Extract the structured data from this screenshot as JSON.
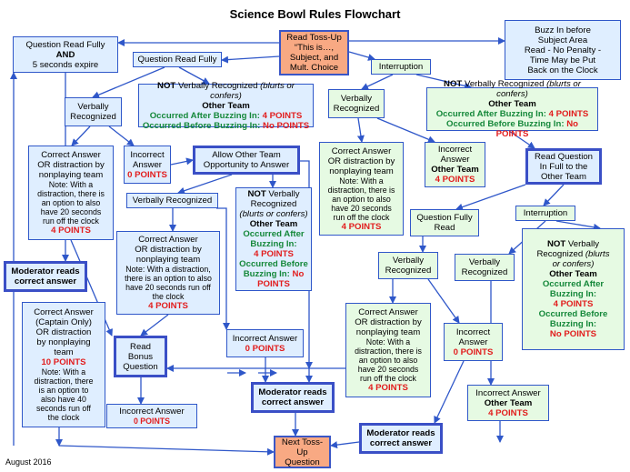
{
  "title": "Science Bowl Rules Flowchart",
  "footer": "August 2016",
  "nodes": {
    "read_tossup": [
      "Read Toss-Up",
      "“This is…,",
      "Subject, and",
      "Mult. Choice"
    ],
    "buzz_in": [
      "Buzz In before",
      "Subject Area",
      "Read - No Penalty -",
      "Time May be Put",
      "Back on the Clock"
    ],
    "qrf_and_5s": [
      "Question Read Fully",
      "AND",
      "5 seconds expire"
    ],
    "question_read_fully": "Question Read Fully",
    "interruption": "Interruption",
    "verbally_recognized_left": [
      "Verbally",
      "Recognized"
    ],
    "not_verbally_top_left": {
      "not": "NOT",
      "line1": " Verbally Recognized ",
      "line1_i": "(blurts or confers)",
      "line2": "Other Team",
      "line3": "Occurred After Buzzing In: ",
      "pts3": "4 POINTS",
      "line4": "Occurred Before Buzzing In: ",
      "pts4": "No POINTS"
    },
    "verbally_recognized_mid": [
      "Verbally",
      "Recognized"
    ],
    "not_verbally_top_right": {
      "not": "NOT",
      "line1": " Verbally Recognized ",
      "line1_i": "(blurts or confers)",
      "line2": "Other Team",
      "line3": "Occurred After Buzzing In: ",
      "pts3": "4 POINTS",
      "line4": "Occurred Before Buzzing In: ",
      "pts4": "No POINTS"
    },
    "correct_left": {
      "lines": [
        "Correct Answer",
        "OR distraction by",
        "nonplaying team"
      ],
      "note": [
        "Note: With a",
        "distraction, there is",
        "an option to also",
        "have 20 seconds",
        "run off the clock"
      ],
      "points": "4 POINTS"
    },
    "incorrect_left": {
      "lines": [
        "Incorrect",
        "Answer"
      ],
      "points": "0 POINTS"
    },
    "allow_other_team": [
      "Allow Other Team",
      "Opportunity to Answer"
    ],
    "correct_mid": {
      "lines": [
        "Correct Answer",
        "OR distraction by",
        "nonplaying team"
      ],
      "note": [
        "Note: With a",
        "distraction, there is",
        "an option to also",
        "have 20 seconds",
        "run off the clock"
      ],
      "points": "4 POINTS"
    },
    "incorrect_answer_other_team_top": {
      "line1": "Incorrect",
      "line2": "Answer",
      "line3": "Other Team",
      "points": "4 POINTS"
    },
    "read_question_other_team": [
      "Read Question",
      "In Full to the",
      "Other Team"
    ],
    "verbally_recognized_allow": "Verbally Recognized",
    "not_verbally_allow": {
      "not": "NOT",
      "line1": " Verbally",
      "line2": "Recognized",
      "line3i": "(blurts or confers)",
      "line4": "Other Team",
      "pts4": "4 POINTS",
      "line5": "Occurred After",
      "line6": "Buzzing In:",
      "pts6": "4 POINTS",
      "line7": "Occurred Before",
      "line8": "Buzzing In: ",
      "pts8": "No",
      "pts9": "POINTS"
    },
    "question_fully_read_right": [
      "Question Fully",
      "Read"
    ],
    "interruption_right": "Interruption",
    "correct_allow": {
      "lines": [
        "Correct Answer",
        "OR distraction by",
        "nonplaying team"
      ],
      "note": [
        "Note: With a distraction,",
        "there is an option to also",
        "have 20 seconds run off",
        "the clock"
      ],
      "points": "4 POINTS"
    },
    "moderator_left": [
      "Moderator reads",
      "correct answer"
    ],
    "verbally_recognized_r1": [
      "Verbally",
      "Recognized"
    ],
    "verbally_recognized_r2": [
      "Verbally",
      "Recognized"
    ],
    "not_verbally_right": {
      "not": "NOT",
      "line1": " Verbally",
      "line2": "Recognized ",
      "line2i": "(blurts",
      "line3i": "or confers)",
      "line4": "Other Team",
      "line5": "Occurred After",
      "line6": "Buzzing In:",
      "pts6": "4 POINTS",
      "line7": "Occurred Before",
      "line8": "Buzzing In:",
      "pts8": "No POINTS"
    },
    "correct_captain": {
      "lines": [
        "Correct Answer",
        "(Captain Only)",
        "OR distraction",
        "by nonplaying",
        "team"
      ],
      "points": "10 POINTS",
      "note": [
        "Note: With a",
        "distraction, there",
        "is an option to",
        "also have 40",
        "seconds run off",
        "the clock"
      ]
    },
    "read_bonus": [
      "Read",
      "Bonus",
      "Question"
    ],
    "incorrect_answer_allow": {
      "line": "Incorrect Answer",
      "points": "0 POINTS"
    },
    "correct_right": {
      "lines": [
        "Correct Answer",
        "OR distraction by",
        "nonplaying team"
      ],
      "note": [
        "Note: With a",
        "distraction, there is",
        "an option to also",
        "have 20 seconds",
        "run off the clock"
      ],
      "points": "4 POINTS"
    },
    "incorrect_right": {
      "lines": [
        "Incorrect",
        "Answer"
      ],
      "points": "0 POINTS"
    },
    "moderator_center": [
      "Moderator reads",
      "correct answer"
    ],
    "incorrect_answer_bonus": {
      "line": "Incorrect Answer",
      "points": "0 POINTS"
    },
    "incorrect_answer_other_team_bottom": {
      "line1": "Incorrect Answer",
      "line2": "Other Team",
      "points": "4 POINTS"
    },
    "next_tossup": [
      "Next Toss-Up",
      "Question"
    ],
    "moderator_right": [
      "Moderator reads",
      "correct answer"
    ]
  }
}
